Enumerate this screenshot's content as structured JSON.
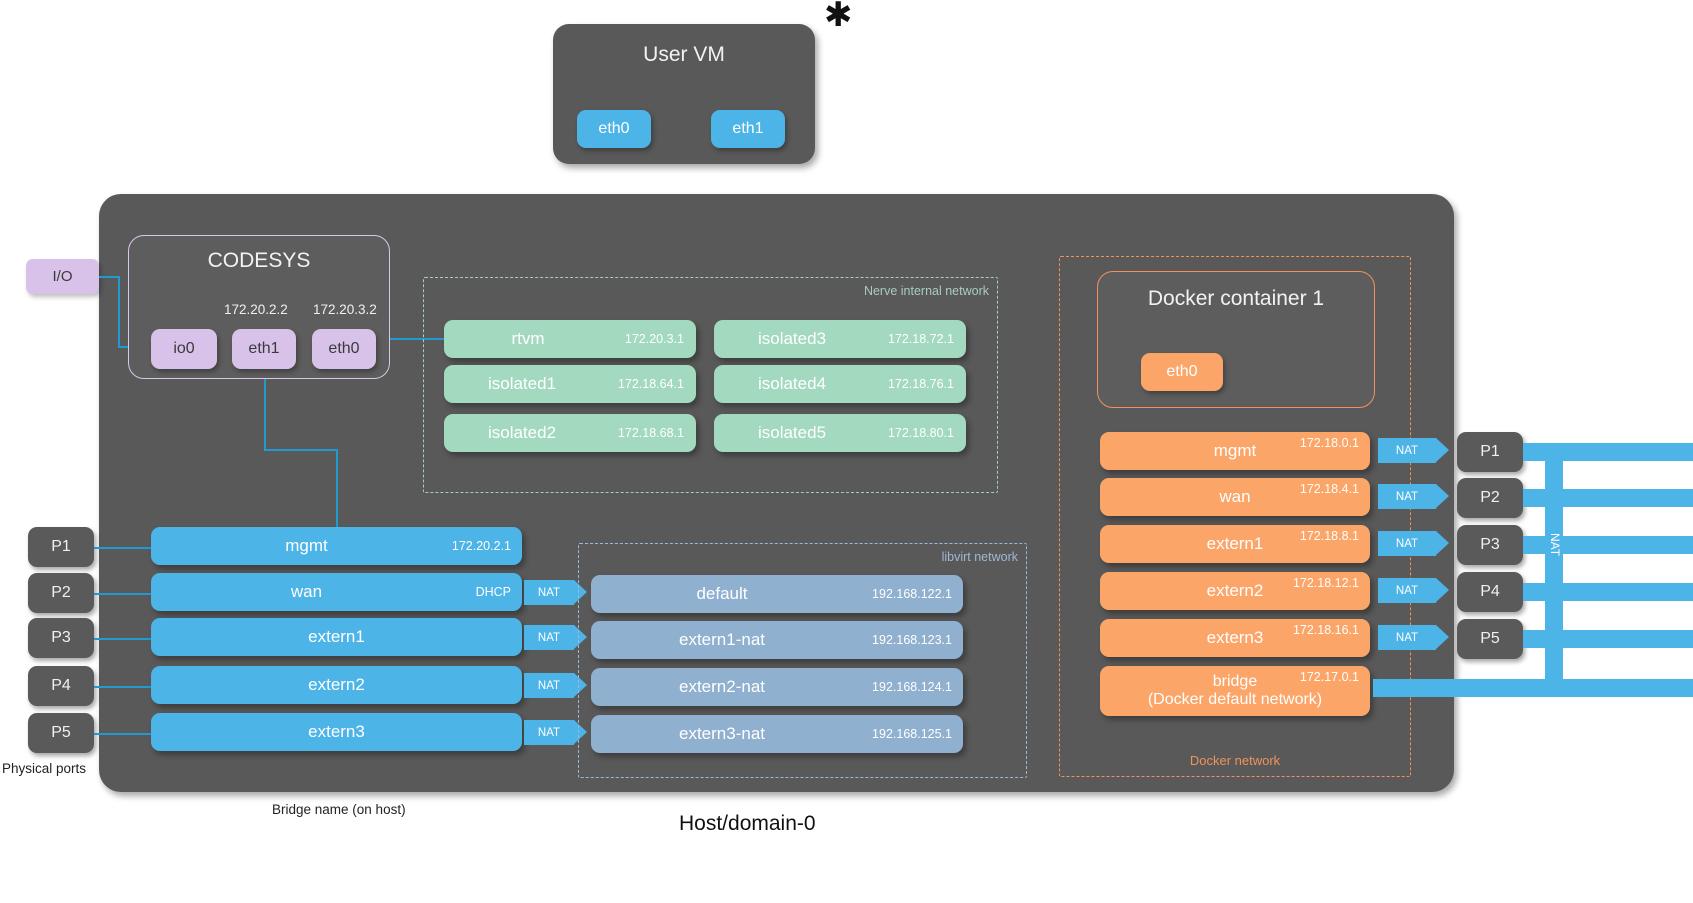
{
  "diagram": {
    "caption_bottom": "Host/domain-0",
    "caption_physical_ports": "Physical ports",
    "caption_bridge_name": "Bridge name (on host)",
    "star_glyph": "✱"
  },
  "user_vm": {
    "title": "User VM",
    "interfaces": [
      {
        "label": "eth0"
      },
      {
        "label": "eth1"
      }
    ]
  },
  "codesys": {
    "title": "CODESYS",
    "io_label": "I/O",
    "ip_eth1": "172.20.2.2",
    "ip_eth0": "172.20.3.2",
    "interfaces": [
      {
        "label": "io0"
      },
      {
        "label": "eth1"
      },
      {
        "label": "eth0"
      }
    ]
  },
  "nerve_internal_network": {
    "label": "Nerve internal network",
    "left_column": [
      {
        "name": "rtvm",
        "ip": "172.20.3.1"
      },
      {
        "name": "isolated1",
        "ip": "172.18.64.1"
      },
      {
        "name": "isolated2",
        "ip": "172.18.68.1"
      }
    ],
    "right_column": [
      {
        "name": "isolated3",
        "ip": "172.18.72.1"
      },
      {
        "name": "isolated4",
        "ip": "172.18.76.1"
      },
      {
        "name": "isolated5",
        "ip": "172.18.80.1"
      }
    ]
  },
  "host_bridges": {
    "items": [
      {
        "name": "mgmt",
        "ip": "172.20.2.1",
        "nat": false
      },
      {
        "name": "wan",
        "ip": "DHCP",
        "nat": true,
        "nat_label": "NAT"
      },
      {
        "name": "extern1",
        "ip": "",
        "nat": true,
        "nat_label": "NAT"
      },
      {
        "name": "extern2",
        "ip": "",
        "nat": true,
        "nat_label": "NAT"
      },
      {
        "name": "extern3",
        "ip": "",
        "nat": true,
        "nat_label": "NAT"
      }
    ]
  },
  "physical_ports_left": [
    {
      "label": "P1"
    },
    {
      "label": "P2"
    },
    {
      "label": "P3"
    },
    {
      "label": "P4"
    },
    {
      "label": "P5"
    }
  ],
  "libvirt_network": {
    "label": "libvirt network",
    "items": [
      {
        "name": "default",
        "ip": "192.168.122.1"
      },
      {
        "name": "extern1-nat",
        "ip": "192.168.123.1"
      },
      {
        "name": "extern2-nat",
        "ip": "192.168.124.1"
      },
      {
        "name": "extern3-nat",
        "ip": "192.168.125.1"
      }
    ]
  },
  "docker": {
    "network_label": "Docker network",
    "container": {
      "title": "Docker container 1",
      "interfaces": [
        {
          "label": "eth0"
        }
      ]
    },
    "networks": [
      {
        "name": "mgmt",
        "ip": "172.18.0.1",
        "nat": true,
        "nat_label": "NAT"
      },
      {
        "name": "wan",
        "ip": "172.18.4.1",
        "nat": true,
        "nat_label": "NAT"
      },
      {
        "name": "extern1",
        "ip": "172.18.8.1",
        "nat": true,
        "nat_label": "NAT"
      },
      {
        "name": "extern2",
        "ip": "172.18.12.1",
        "nat": true,
        "nat_label": "NAT"
      },
      {
        "name": "extern3",
        "ip": "172.18.16.1",
        "nat": true,
        "nat_label": "NAT"
      },
      {
        "name": "bridge",
        "name2": "(Docker default network)",
        "ip": "172.17.0.1",
        "nat": false
      }
    ]
  },
  "physical_ports_right": [
    {
      "label": "P1"
    },
    {
      "label": "P2"
    },
    {
      "label": "P3"
    },
    {
      "label": "P4"
    },
    {
      "label": "P5"
    }
  ],
  "right_nat_label": "NAT",
  "colors": {
    "host": "#595959",
    "bridge_blue": "#4cb4e7",
    "nerve_green": "#a3d9bf",
    "libvirt_slate": "#8fb0cf",
    "docker_orange": "#fba569",
    "codesys_purple": "#d9c2ea"
  }
}
